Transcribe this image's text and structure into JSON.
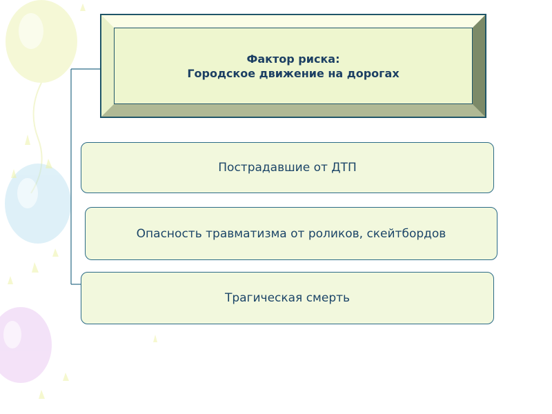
{
  "title": {
    "line1": "Фактор риска:",
    "line2": "Городское движение на дорогах"
  },
  "children": [
    {
      "label": "Пострадавшие от ДТП"
    },
    {
      "label": "Опасность травматизма от роликов, скейтбордов"
    },
    {
      "label": "Трагическая смерть"
    }
  ],
  "colors": {
    "box_fill": "#f2f8dd",
    "box_border": "#2a6a86",
    "title_text": "#1c3f63",
    "connector": "#2a6a86"
  }
}
